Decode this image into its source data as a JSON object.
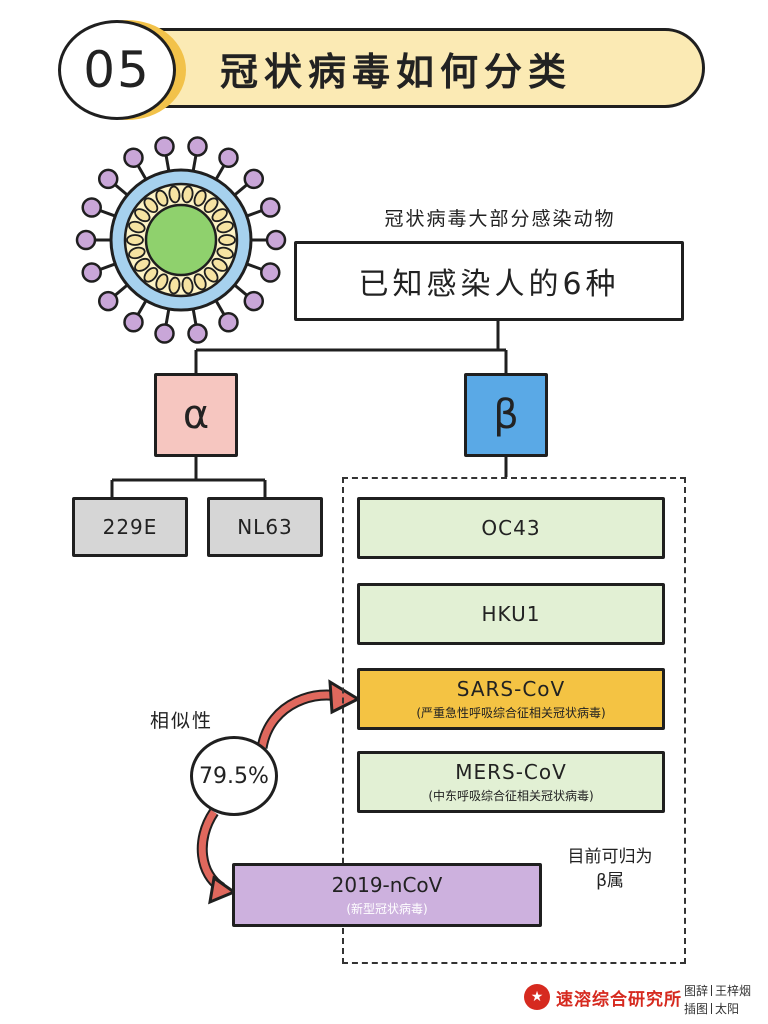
{
  "header": {
    "number": "05",
    "title": "冠状病毒如何分类"
  },
  "tree": {
    "root_note": "冠状病毒大部分感染动物",
    "root_label": "已知感染人的6种",
    "alpha": {
      "label": "α",
      "children": [
        "229E",
        "NL63"
      ]
    },
    "beta": {
      "label": "β",
      "children": [
        {
          "name": "OC43",
          "sub": ""
        },
        {
          "name": "HKU1",
          "sub": ""
        },
        {
          "name": "SARS-CoV",
          "sub": "(严重急性呼吸综合征相关冠状病毒)"
        },
        {
          "name": "MERS-CoV",
          "sub": "(中东呼吸综合征相关冠状病毒)"
        }
      ]
    }
  },
  "similarity": {
    "label": "相似性",
    "value": "79.5%"
  },
  "new_virus": {
    "name": "2019-nCoV",
    "sub": "(新型冠状病毒)"
  },
  "beta_note": {
    "line1": "目前可归为",
    "line2": "β属"
  },
  "footer": {
    "logo": "速溶综合研究所",
    "credit_text_key": "图辞",
    "credit_text_name": "王梓烟",
    "credit_illus_key": "插图",
    "credit_illus_name": "太阳"
  },
  "colors": {
    "title_fill": "#fbeab4",
    "number_accent": "#f2c24a",
    "alpha_fill": "#f6c6c0",
    "beta_fill": "#5aa9e6",
    "alpha_child_fill": "#d6d6d6",
    "beta_child_fill": "#e2f0d4",
    "sars_fill": "#f4c343",
    "ncov_fill": "#cdb1de",
    "arrow": "#e0685d",
    "virus_membrane": "#a6d1ee",
    "virus_core": "#8fd16d",
    "virus_spike": "#c9a6d8",
    "logo_red": "#d62a1f"
  }
}
